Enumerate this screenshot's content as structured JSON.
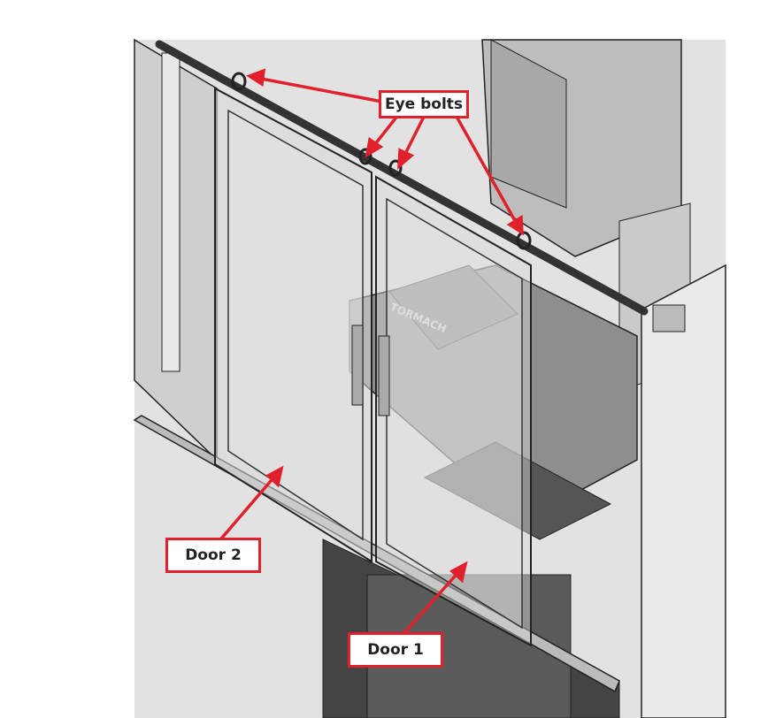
{
  "callouts": {
    "eye_bolts": "Eye bolts",
    "door2": "Door 2",
    "door1": "Door 1"
  },
  "logo_text": "TORMACH",
  "colors": {
    "accent": "#e0202a",
    "enclosure": "#d4d4d4",
    "dark": "#3a3a3a"
  }
}
